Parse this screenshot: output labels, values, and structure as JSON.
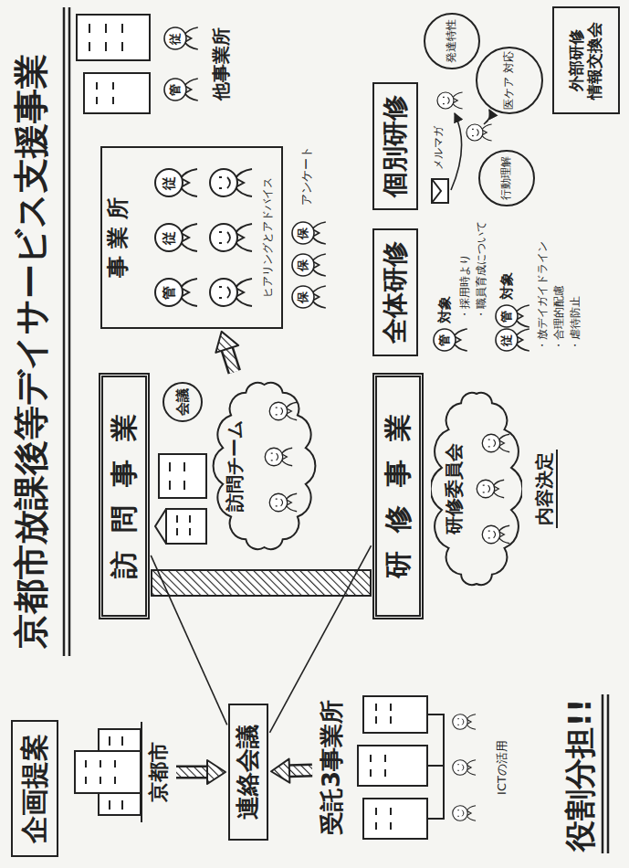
{
  "diagram": {
    "title": "京都市放課後等デイサービス支援事業",
    "nodes": [
      {
        "text": [
          "企画提案"
        ]
      },
      {
        "text": [
          "京都市"
        ]
      },
      {
        "text": [
          "連絡会議"
        ]
      },
      {
        "text": [
          "受託3事業所"
        ]
      },
      {
        "text": [
          "訪問事業"
        ]
      },
      {
        "text": [
          "研修事業"
        ]
      },
      {
        "text": [
          "訪問チーム"
        ]
      },
      {
        "text": [
          "事業所"
        ]
      },
      {
        "text": [
          "他事業所"
        ]
      },
      {
        "text": [
          "研修委員会"
        ]
      },
      {
        "text": [
          "全体研修"
        ]
      },
      {
        "text": [
          "個別研修"
        ]
      },
      {
        "text": [
          "外部研修",
          "情報交換会"
        ]
      }
    ],
    "edges": [
      {
        "from": 1,
        "to": 2,
        "arrow": "to"
      },
      {
        "from": 3,
        "to": 2,
        "arrow": "to"
      },
      {
        "from": 2,
        "to": 4,
        "arrow": "none"
      },
      {
        "from": 2,
        "to": 5,
        "arrow": "none"
      },
      {
        "from": 6,
        "to": 7,
        "arrow": "to"
      }
    ],
    "labels": [
      "役割分担!!",
      "ICTの活用",
      "管",
      "従",
      "従",
      "ヒアリングとアドバイス",
      "保",
      "保",
      "保",
      "アンケート",
      "会議",
      "管",
      "従",
      "内容決定",
      "管",
      "対象",
      "・採用時より",
      "・職員育成について",
      "従",
      "管",
      "対象",
      "・放デイガイドライン",
      "・合理的配慮",
      "・虐待防止",
      "メルマガ",
      "発達特性",
      "行動理解",
      "医ケア 対応"
    ]
  }
}
